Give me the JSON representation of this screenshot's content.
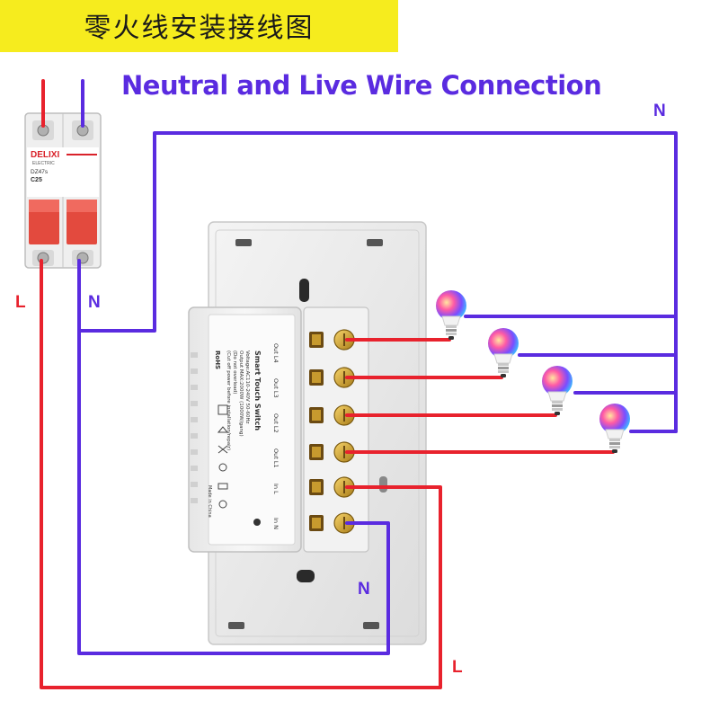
{
  "title_cn": "零火线安装接线图",
  "title_en": "Neutral and Live Wire Connection",
  "labels": {
    "n_top_right": "N",
    "l_left": "L",
    "n_left": "N",
    "n_bottom": "N",
    "l_bottom": "L"
  },
  "breaker": {
    "brand": "DELIXI",
    "subtitle": "ELECTRIC",
    "model": "DZ47s",
    "rating": "C25"
  },
  "module": {
    "name": "Smart Touch Switch",
    "voltage": "Voltage:AC110-240V 50-60Hz",
    "output": "Output MAX:2000W (1000W/gang)",
    "note1": "(Do not overload)",
    "note2": "(Cut off power before installation/repair)",
    "rohs": "RoHS",
    "made_in": "Made in China",
    "terminal_labels": [
      "Out L4",
      "Out L3",
      "Out L2",
      "Out L1",
      "In L",
      "In N"
    ]
  },
  "colors": {
    "live": "#e8222d",
    "neutral": "#5a2be0",
    "title_band": "#f6ec1e"
  },
  "icons": [
    "circuit-breaker-icon",
    "switch-module-icon",
    "led-bulb-icon"
  ]
}
